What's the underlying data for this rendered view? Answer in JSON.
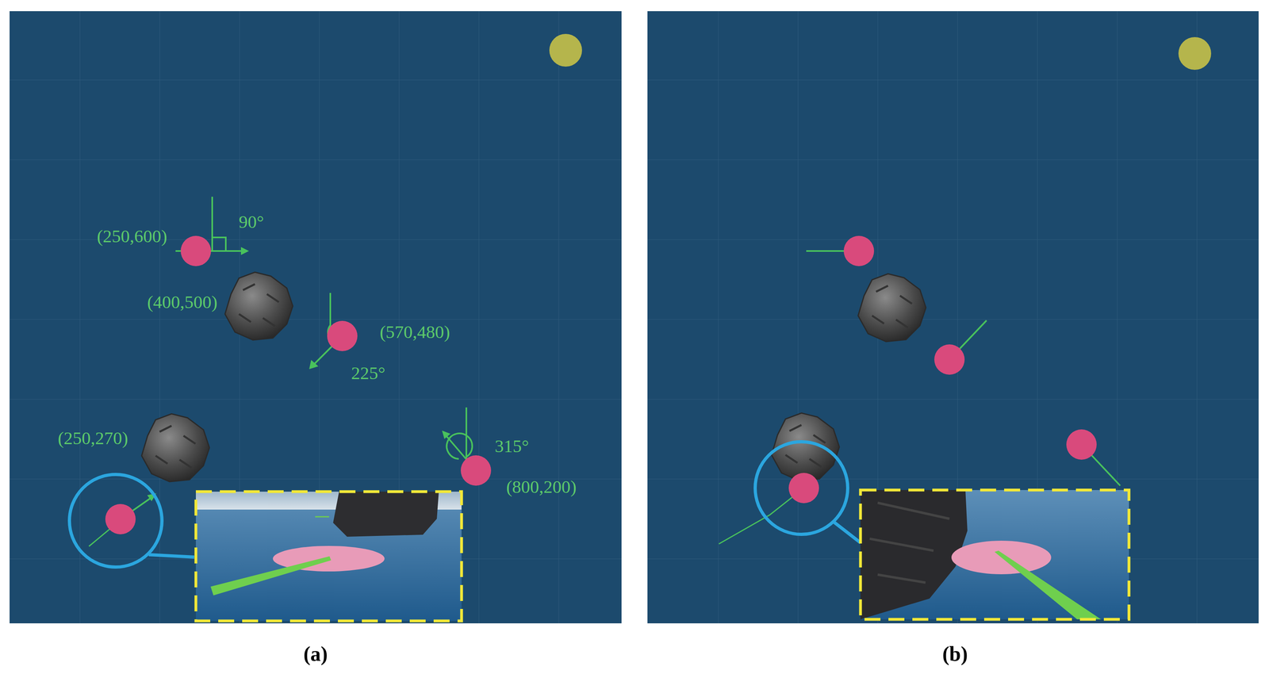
{
  "diagram": {
    "labels": [
      "(250,600)",
      "90°",
      "(400,500)",
      "(570,480)",
      "225°",
      "(250,270)",
      "315°",
      "(800,200)",
      "(a)",
      "(b)"
    ]
  }
}
